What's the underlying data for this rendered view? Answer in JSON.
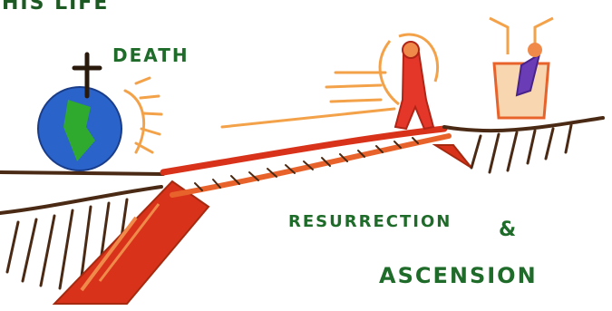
{
  "labels": {
    "his_life": "HIS LIFE",
    "death": "DEATH",
    "resurrection": "RESURRECTION",
    "and_symbol": "&",
    "ascension": "ASCENSION"
  },
  "colors": {
    "ink_brown": "#4a2a14",
    "label_green": "#1f6b2a",
    "bridge_orange": "#e8632b",
    "bridge_red": "#d9321a",
    "glow_orange": "#f3a24a",
    "globe_blue": "#2a63c9",
    "globe_green": "#2faa2f",
    "figure_red": "#e5362a",
    "throne_purple": "#6a3cb5"
  },
  "icons": [
    "cross-icon",
    "globe-icon",
    "risen-figure-icon",
    "throne-icon"
  ]
}
